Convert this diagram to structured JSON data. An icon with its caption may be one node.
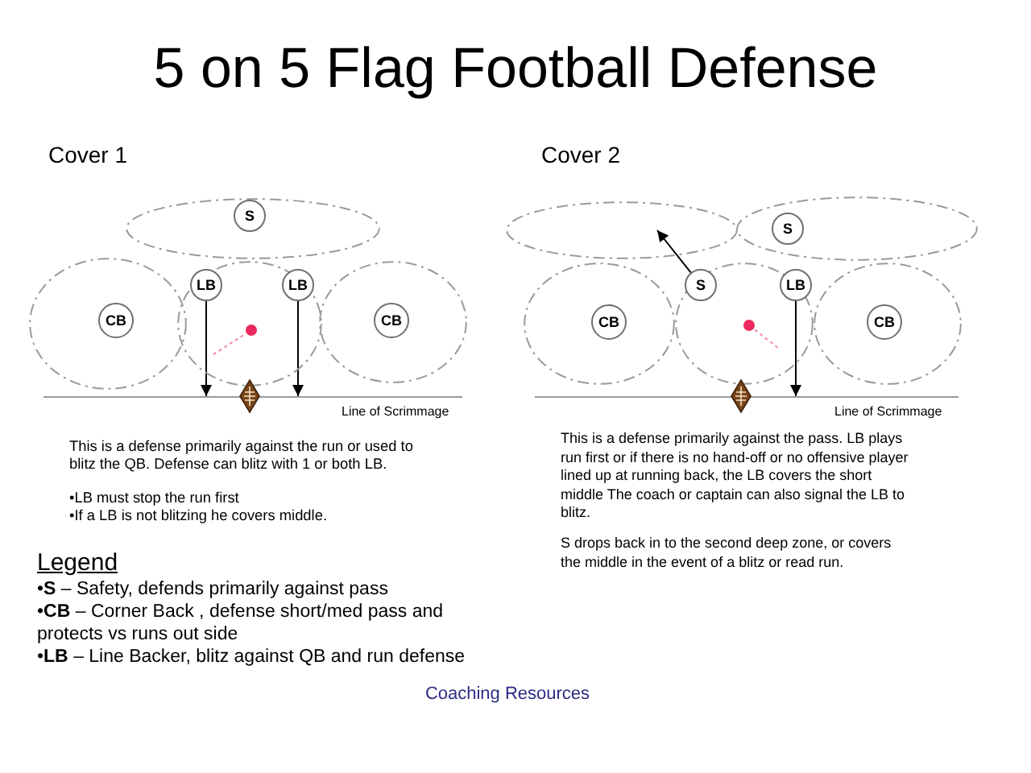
{
  "diagram": {
    "title": "5 on 5 Flag Football Defense",
    "nodes": [
      {
        "text": [],
        "shape": "ellipse"
      },
      {
        "text": [
          "S"
        ],
        "in": 0
      },
      {
        "text": [],
        "shape": "ellipse"
      },
      {
        "text": [],
        "shape": "ellipse"
      },
      {
        "text": [],
        "shape": "ellipse"
      },
      {
        "text": [
          "LB"
        ],
        "in": 3
      },
      {
        "text": [
          "LB"
        ],
        "in": 3
      },
      {
        "text": [
          "CB"
        ],
        "in": 2
      },
      {
        "text": [
          "CB"
        ],
        "in": 4
      },
      {
        "text": [],
        "shape": "line",
        "beside": [
          "Line of Scrimmage"
        ]
      },
      {
        "text": [],
        "shape": "ellipse"
      },
      {
        "text": [],
        "shape": "ellipse"
      },
      {
        "text": [
          "S"
        ],
        "in": 11
      },
      {
        "text": [],
        "shape": "ellipse"
      },
      {
        "text": [],
        "shape": "ellipse"
      },
      {
        "text": [],
        "shape": "ellipse"
      },
      {
        "text": [
          "S"
        ],
        "in": 14
      },
      {
        "text": [
          "LB"
        ],
        "in": 14
      },
      {
        "text": [
          "CB"
        ],
        "in": 13
      },
      {
        "text": [
          "CB"
        ],
        "in": 15
      },
      {
        "text": [],
        "shape": "line",
        "beside": [
          "Line of Scrimmage"
        ]
      }
    ],
    "edges": [
      {
        "from": 5,
        "to": 9,
        "arrow": "to"
      },
      {
        "from": 6,
        "to": 9,
        "arrow": "to"
      },
      {
        "from": 16,
        "to": 10,
        "arrow": "to"
      },
      {
        "from": 17,
        "to": 20,
        "arrow": "to"
      }
    ],
    "labels": [
      "Cover 1",
      "Cover 2",
      "This is a defense primarily against the run or used to blitz the QB. Defense can blitz with 1 or both LB.",
      "•LB must stop the run first",
      "•If a LB is not blitzing he covers middle.",
      "This is a defense primarily against the pass. LB plays run first or if there is no hand-off or no offensive player lined up at running back, the LB covers the short middle The coach or captain can also signal the LB to blitz.",
      "S drops back in to the second deep zone, or covers the middle in the event of a blitz or read run.",
      "Legend",
      "Coaching Resources"
    ],
    "legend": [
      {
        "text": "•**S** – Safety, defends primarily against pass"
      },
      {
        "text": "•**CB** – Corner Back , defense short/med pass and protects vs runs out side"
      },
      {
        "text": "•**LB** – Line Backer, blitz against QB and run defense"
      }
    ]
  }
}
